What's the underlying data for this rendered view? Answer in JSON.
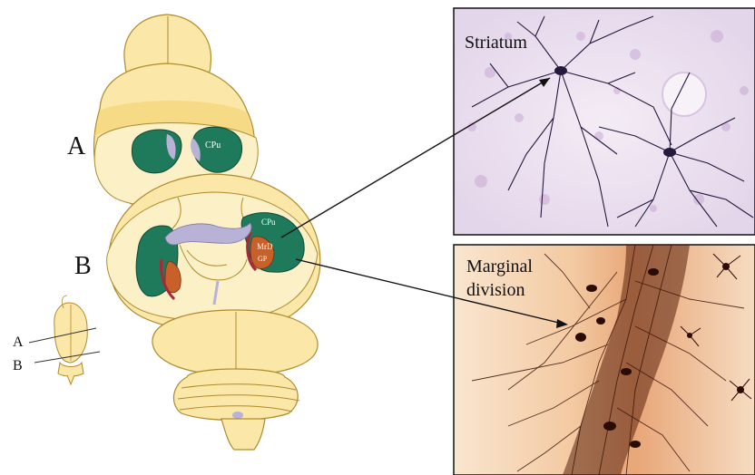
{
  "section_labels": {
    "a": "A",
    "b": "B"
  },
  "small_brain_labels": {
    "a": "A",
    "b": "B"
  },
  "regions": {
    "cpu_a": "CPu",
    "cpu_b": "CPu",
    "mrd": "MrD",
    "gp": "GP"
  },
  "panels": {
    "striatum": {
      "label": "Striatum"
    },
    "marginal": {
      "label_line1": "Marginal",
      "label_line2": "division"
    }
  },
  "colors": {
    "brain_fill": "#fbe7a8",
    "brain_edge": "#e7be52",
    "striatum_green": "#1f7a5c",
    "ventricle": "#b8b2d6",
    "mrd_orange": "#c8602a",
    "gp_red": "#a8283a",
    "striatum_bg": "#e9e2ef",
    "neuron_dark": "#241a3e",
    "marginal_bg": "#f7dcc3",
    "marginal_fiber": "#3a1408"
  }
}
